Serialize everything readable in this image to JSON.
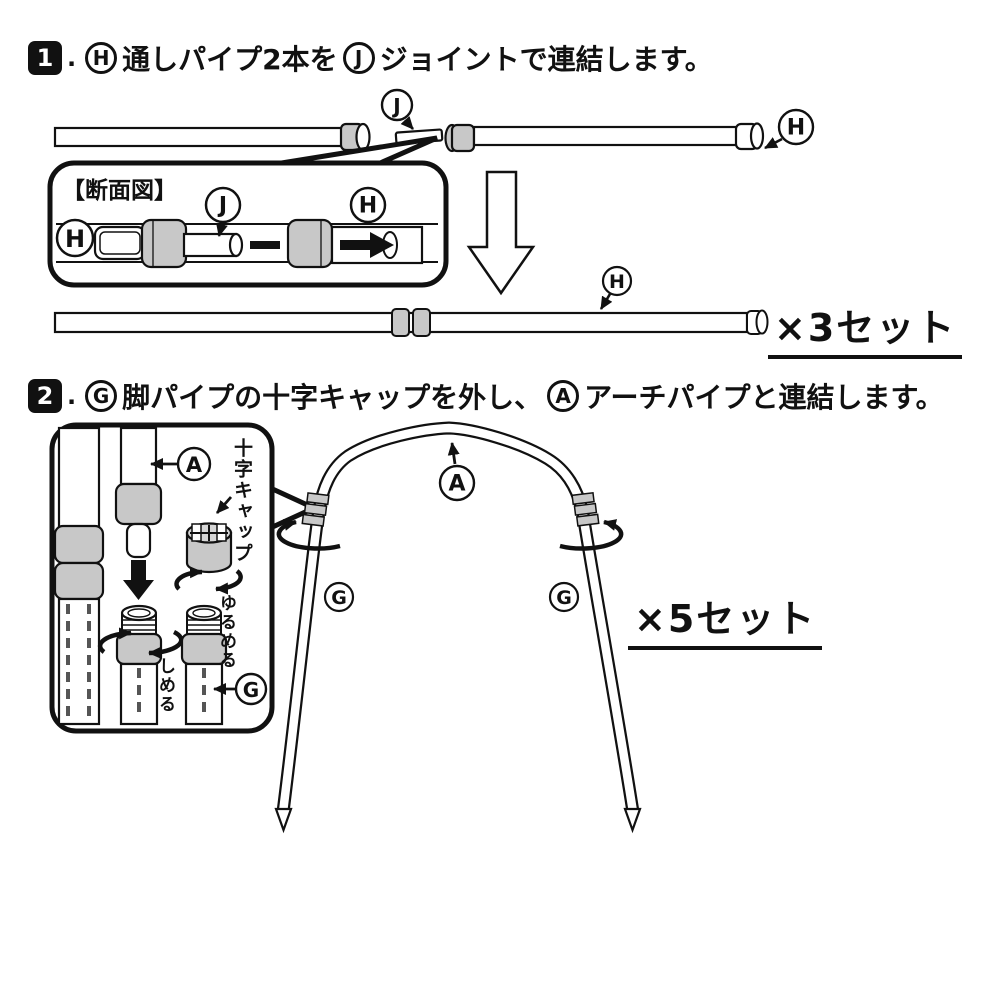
{
  "sheet": {
    "background": "#ffffff",
    "line_color": "#111111",
    "metal_color": "#c8c8c8"
  },
  "step1": {
    "number": "1",
    "separator": ".",
    "part1_label": "H",
    "part1_text": "通しパイプ2本を",
    "part2_label": "J",
    "part2_text": "ジョイントで連結します。",
    "pipe_label": "H",
    "joint_label": "J",
    "section_view": {
      "title": "【断面図】",
      "left_pipe_label": "H",
      "joint_label": "J",
      "right_pipe_label": "H"
    },
    "result_label": "H",
    "quantity": "×3セット"
  },
  "step2": {
    "number": "2",
    "separator": ".",
    "part1_label": "G",
    "part1_text": "脚パイプの十字キャップを外し、",
    "part2_label": "A",
    "part2_text": "アーチパイプと連結します。",
    "inset": {
      "arch_pipe_label": "A",
      "cross_cap_label": "十字キャップ",
      "loosen_label": "ゆるめる",
      "tighten_label": "しめる",
      "leg_pipe_label": "G"
    },
    "arch": {
      "apex_label": "A",
      "left_leg_label": "G",
      "right_leg_label": "G"
    },
    "quantity": "×5セット"
  }
}
